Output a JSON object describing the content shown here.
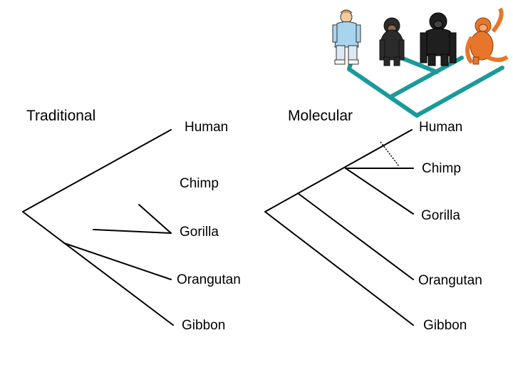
{
  "traditional": {
    "heading": "Traditional",
    "taxa": [
      "Human",
      "Chimp",
      "Gorilla",
      "Orangutan",
      "Gibbon"
    ]
  },
  "molecular": {
    "heading": "Molecular",
    "taxa": [
      "Human",
      "Chimp",
      "Gorilla",
      "Orangutan",
      "Gibbon"
    ]
  },
  "colors": {
    "lines": "#000000",
    "teal_tree": "#1a9a9a",
    "chimp_fur": "#2b2b2b",
    "gorilla_fur": "#1f1f1f",
    "orangutan_fur": "#e8762a",
    "human_shirt": "#a9d4ee",
    "human_skin": "#f2c9a0"
  },
  "illustration": {
    "figures": [
      "human-figure",
      "chimp-figure",
      "gorilla-figure",
      "orangutan-figure"
    ]
  }
}
